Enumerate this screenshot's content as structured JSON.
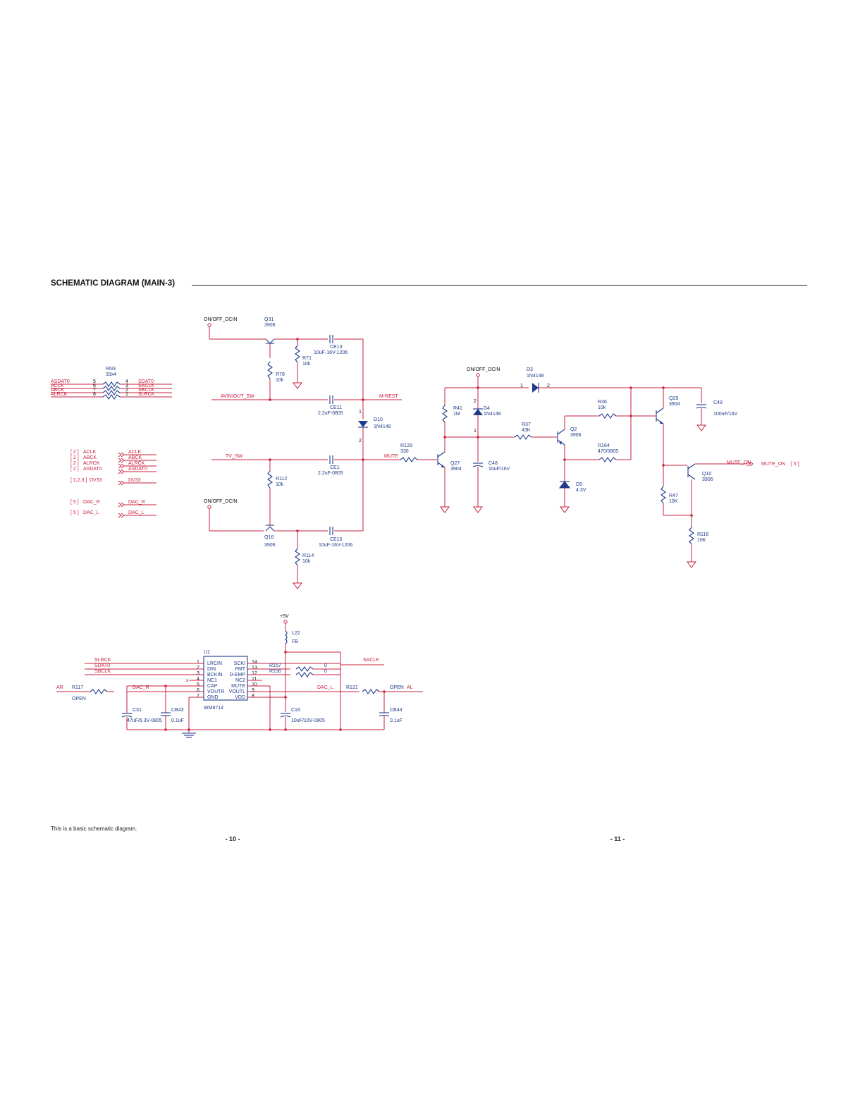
{
  "heading": "SCHEMATIC DIAGRAM (MAIN-3)",
  "footnote": "This is a basic schematic diagram.",
  "page_left": "- 10 -",
  "page_right": "- 11 -",
  "colors": {
    "wire": "#c8213f",
    "component": "#1f3a8a",
    "text": "#111111"
  },
  "rn3": {
    "ref": "RN3",
    "value": "33x4",
    "rows": [
      {
        "left": "ASDAT0",
        "pa": "5",
        "pb": "4",
        "right": "SDAT0"
      },
      {
        "left": "ACLK",
        "pa": "6",
        "pb": "3",
        "right": "SACLK"
      },
      {
        "left": "ABCK",
        "pa": "7",
        "pb": "2",
        "right": "SBCLK"
      },
      {
        "left": "ALRCK",
        "pa": "8",
        "pb": "1",
        "right": "SLRCK"
      }
    ]
  },
  "offpage": [
    {
      "ref": "[ 2 ]",
      "name": "ACLK",
      "net": "ACLK"
    },
    {
      "ref": "[ 2 ]",
      "name": "ABCK",
      "net": "ABCK"
    },
    {
      "ref": "[ 2 ]",
      "name": "ALRCK",
      "net": "ALRCK"
    },
    {
      "ref": "[ 2 ]",
      "name": "ASDAT0",
      "net": "ASDAT0"
    },
    {
      "ref": "[ 1,2,3 ]",
      "name": "DV33",
      "net": "DV33"
    },
    {
      "ref": "[ 5 ]",
      "name": "DAC_R",
      "net": "DAC_R"
    },
    {
      "ref": "[ 5 ]",
      "name": "DAC_L",
      "net": "DAC_L"
    }
  ],
  "nets": {
    "onoff": "ON/OFF_DCIN",
    "avin": "AVIN/OUT_SW",
    "tvsw": "TV_SW",
    "mrest": "M-REST",
    "mute": "MUTE",
    "muteon": "MUTE_ON",
    "muteon_ref": "[ 5 ]",
    "plus5v": "+5V",
    "slrck": "SLRCK",
    "sdat0": "SDAT0",
    "sbclk": "SBCLK",
    "saclk": "SACLK",
    "dac_r": "DAC_R",
    "dac_l": "DAC_L",
    "ar": "AR",
    "al": "AL"
  },
  "parts": {
    "q31": {
      "ref": "Q31",
      "value": "3906"
    },
    "q16": {
      "ref": "Q16",
      "value": "3906"
    },
    "q27": {
      "ref": "Q27",
      "value": "3904"
    },
    "q2": {
      "ref": "Q2",
      "value": "3906"
    },
    "q29": {
      "ref": "Q29",
      "value": "3904"
    },
    "q10": {
      "ref": "Q10",
      "value": "3906"
    },
    "ce13": {
      "ref": "CE13",
      "value": "10uF-16V-1206"
    },
    "ce11": {
      "ref": "CE11",
      "value": "2.2uF-0805"
    },
    "ce1": {
      "ref": "CE1",
      "value": "2.2uF-0805"
    },
    "ce15": {
      "ref": "CE15",
      "value": "10uF-16V-1206"
    },
    "r71": {
      "ref": "R71",
      "value": "10k"
    },
    "r78": {
      "ref": "R78",
      "value": "10k"
    },
    "r112": {
      "ref": "R112",
      "value": "10k"
    },
    "r114": {
      "ref": "R114",
      "value": "10k"
    },
    "d10": {
      "ref": "D10",
      "value": "1N4148",
      "pin1": "1",
      "pin2": "2"
    },
    "r129": {
      "ref": "R129",
      "value": "330"
    },
    "r41": {
      "ref": "R41",
      "value": "1M"
    },
    "d4": {
      "ref": "D4",
      "value": "1N4148",
      "pin1": "1",
      "pin2": "2"
    },
    "c48": {
      "ref": "C48",
      "value": "10uF/16V"
    },
    "d3": {
      "ref": "D3",
      "value": "1N4148",
      "pin1": "1",
      "pin2": "2"
    },
    "r37": {
      "ref": "R37",
      "value": "43K"
    },
    "d5": {
      "ref": "D5",
      "value": "4.3V"
    },
    "r36": {
      "ref": "R36",
      "value": "10k"
    },
    "r164": {
      "ref": "R164",
      "value": "470/0805"
    },
    "c49": {
      "ref": "C49",
      "value": "100uF/16V"
    },
    "r47": {
      "ref": "R47",
      "value": "10K"
    },
    "r116": {
      "ref": "R116",
      "value": "10K"
    },
    "l22": {
      "ref": "L22",
      "value": "FB"
    },
    "r157": {
      "ref": "R157",
      "value": "0"
    },
    "r156": {
      "ref": "R156",
      "value": "0"
    },
    "r117": {
      "ref": "R117",
      "value": "OPEN"
    },
    "r121": {
      "ref": "R121",
      "value": "OPEN"
    },
    "c31": {
      "ref": "C31",
      "value": "47uF/6.3V-0805"
    },
    "cb43": {
      "ref": "CB43",
      "value": "0.1uF"
    },
    "c16": {
      "ref": "C16",
      "value": "10uF/10V-0805"
    },
    "cb44": {
      "ref": "CB44",
      "value": "0.1uF"
    }
  },
  "u1": {
    "ref": "U1",
    "part": "WM8714",
    "left_pins": [
      {
        "num": "1",
        "name": "LRCIN"
      },
      {
        "num": "2",
        "name": "DIN"
      },
      {
        "num": "3",
        "name": "BCKIN"
      },
      {
        "num": "4",
        "name": "NC1"
      },
      {
        "num": "5",
        "name": "CAP"
      },
      {
        "num": "6",
        "name": "VOUTR"
      },
      {
        "num": "7",
        "name": "GND"
      }
    ],
    "right_pins": [
      {
        "num": "14",
        "name": "SCKI"
      },
      {
        "num": "13",
        "name": "FMT"
      },
      {
        "num": "12",
        "name": "D-EMP"
      },
      {
        "num": "11",
        "name": "NC2"
      },
      {
        "num": "10",
        "name": "MUTE"
      },
      {
        "num": "9",
        "name": "VOUTL"
      },
      {
        "num": "8",
        "name": "VDD"
      }
    ]
  }
}
